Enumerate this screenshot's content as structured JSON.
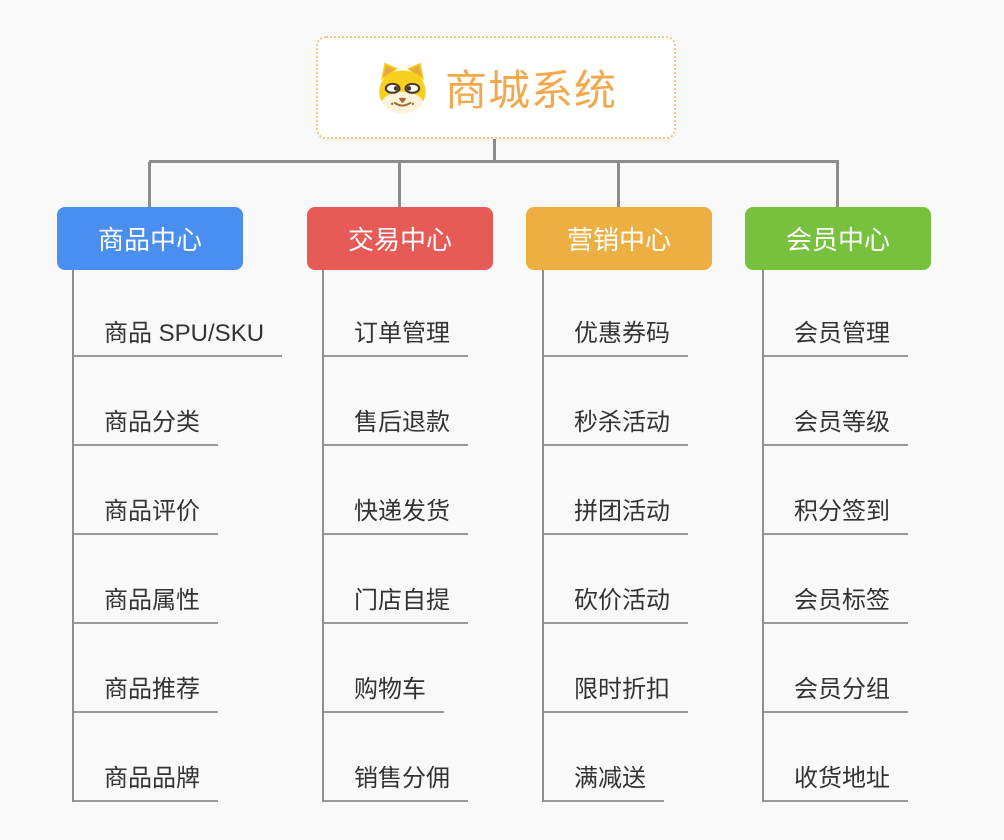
{
  "canvas": {
    "background": "#F9F9F9",
    "connector_color": "#8C8C8C"
  },
  "root": {
    "title": "商城系统",
    "icon": "dog-face-icon",
    "title_color": "#F2A94C",
    "border_color": "#F6C77F"
  },
  "branches": [
    {
      "label": "商品中心",
      "color": "#4A8FEF",
      "items": [
        "商品 SPU/SKU",
        "商品分类",
        "商品评价",
        "商品属性",
        "商品推荐",
        "商品品牌"
      ]
    },
    {
      "label": "交易中心",
      "color": "#E75B57",
      "items": [
        "订单管理",
        "售后退款",
        "快递发货",
        "门店自提",
        "购物车",
        "销售分佣"
      ]
    },
    {
      "label": "营销中心",
      "color": "#EDAE42",
      "items": [
        "优惠券码",
        "秒杀活动",
        "拼团活动",
        "砍价活动",
        "限时折扣",
        "满减送"
      ]
    },
    {
      "label": "会员中心",
      "color": "#77C13F",
      "items": [
        "会员管理",
        "会员等级",
        "积分签到",
        "会员标签",
        "会员分组",
        "收货地址"
      ]
    }
  ]
}
